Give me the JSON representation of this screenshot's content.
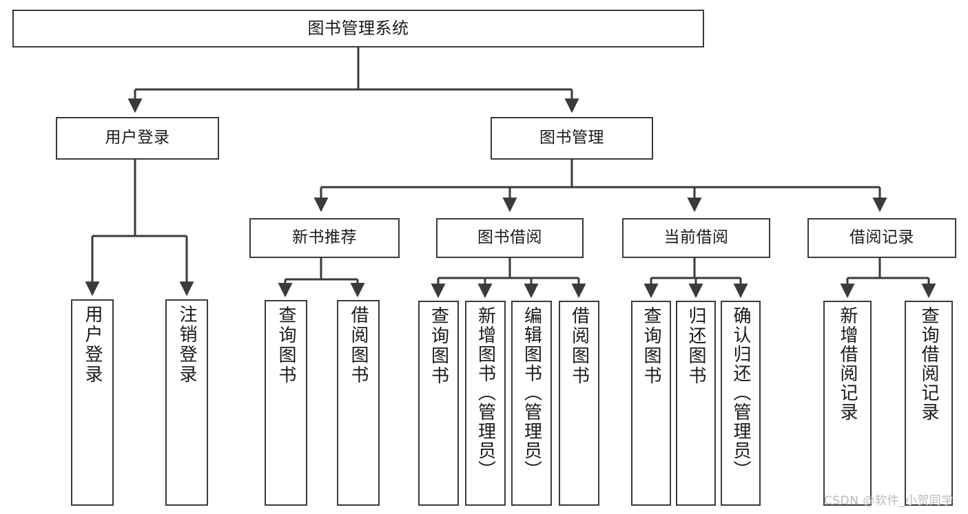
{
  "diagram": {
    "type": "tree",
    "orientation": "top-down",
    "title": "图书管理系统",
    "colors": {
      "box_border": "#3a3a3a",
      "box_fill": "#ffffff",
      "connector": "#3a3a3a",
      "text": "#1a1a1a",
      "watermark": "#b9b9b9"
    }
  },
  "root": {
    "label": "图书管理系统"
  },
  "level2": [
    {
      "label": "用户登录"
    },
    {
      "label": "图书管理"
    }
  ],
  "level3": [
    {
      "label": "新书推荐"
    },
    {
      "label": "图书借阅"
    },
    {
      "label": "当前借阅"
    },
    {
      "label": "借阅记录"
    }
  ],
  "leaves": {
    "user_login": [
      {
        "label": "用户登录"
      },
      {
        "label": "注销登录"
      }
    ],
    "new_book_recommend": [
      {
        "label": "查询图书"
      },
      {
        "label": "借阅图书"
      }
    ],
    "book_borrow": [
      {
        "label": "查询图书"
      },
      {
        "label": "新增图书（管理员）"
      },
      {
        "label": "编辑图书（管理员）"
      },
      {
        "label": "借阅图书"
      }
    ],
    "current_borrow": [
      {
        "label": "查询图书"
      },
      {
        "label": "归还图书"
      },
      {
        "label": "确认归还（管理员）"
      }
    ],
    "borrow_record": [
      {
        "label": "新增借阅记录"
      },
      {
        "label": "查询借阅记录"
      }
    ]
  },
  "watermark": {
    "text": "CSDN @软件_小贺同学"
  }
}
